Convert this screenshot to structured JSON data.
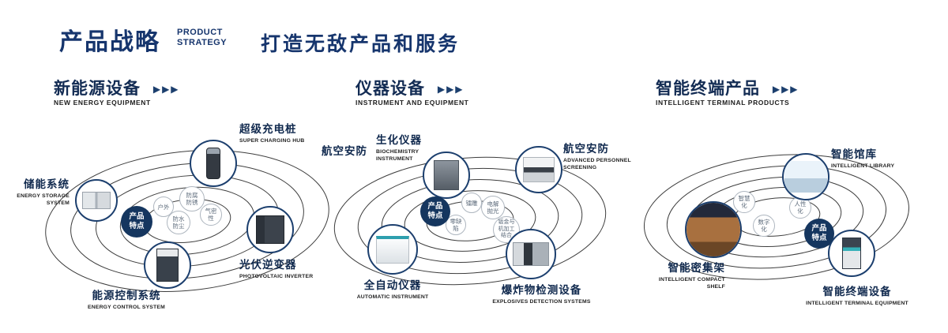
{
  "header": {
    "title": "产品战略",
    "subtitle_top": "PRODUCT",
    "subtitle_bottom": "STRATEGY",
    "tagline": "打造无敌产品和服务"
  },
  "icons": {
    "triple_arrow": "▶▶▶"
  },
  "colors": {
    "navy": "#16356d",
    "badge_navy": "#15365f"
  },
  "sections": [
    {
      "title": "新能源设备",
      "subtitle": "NEW ENERGY EQUIPMENT",
      "badge": "产品特点",
      "products": [
        {
          "name": "储能系统",
          "en": "ENERGY STORAGE SYSTEM"
        },
        {
          "name": "超级充电桩",
          "en": "SUPER CHARGING HUB"
        },
        {
          "name": "光伏逆变器",
          "en": "PHOTOVOLTAIC INVERTER"
        },
        {
          "name": "能源控制系统",
          "en": "ENERGY CONTROL SYSTEM"
        }
      ],
      "features": [
        "户外",
        "防腐防锈",
        "气密性",
        "防水防尘"
      ]
    },
    {
      "title": "仪器设备",
      "subtitle": "INSTRUMENT AND EQUIPMENT",
      "badge": "产品特点",
      "products": [
        {
          "name": "航空安防",
          "en": ""
        },
        {
          "name": "生化仪器",
          "en": "BIOCHEMISTRY INSTRUMENT"
        },
        {
          "name": "航空安防",
          "en": "ADVANCED PERSONNEL SCREENING"
        },
        {
          "name": "全自动仪器",
          "en": "AUTOMATIC INSTRUMENT"
        },
        {
          "name": "爆炸物检测设备",
          "en": "EXPLOSIVES DETECTION SYSTEMS"
        }
      ],
      "features": [
        "镭雕",
        "电解抛光",
        "零缺陷",
        "钣金与机加工结合"
      ]
    },
    {
      "title": "智能终端产品",
      "subtitle": "INTELLIGENT TERMINAL PRODUCTS",
      "badge": "产品特点",
      "products": [
        {
          "name": "智能馆库",
          "en": "INTELLIGENT LIBRARY"
        },
        {
          "name": "智能密集架",
          "en": "INTELLIGENT COMPACT SHELF"
        },
        {
          "name": "智能终端设备",
          "en": "INTELLIGENT TERMINAL EQUIPMENT"
        }
      ],
      "features": [
        "智慧化",
        "人性化",
        "数字化"
      ]
    }
  ]
}
